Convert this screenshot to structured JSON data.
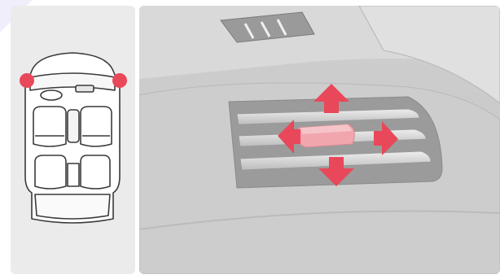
{
  "figure": {
    "seat_map": {
      "highlight_color": "#e8485a",
      "highlighted_vents": [
        "front-left-vent",
        "front-right-vent"
      ]
    },
    "vent_illustration": {
      "arrow_color": "#e8485a",
      "arrows": [
        "up-arrow",
        "down-arrow",
        "left-arrow",
        "right-arrow"
      ],
      "knob_color": "#f1a6ad"
    }
  }
}
